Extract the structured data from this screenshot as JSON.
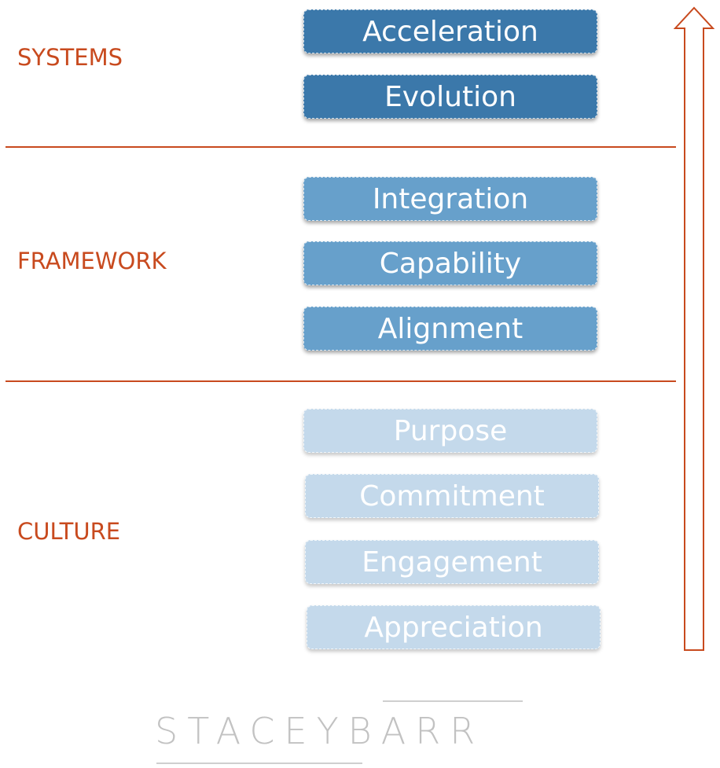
{
  "sections": {
    "systems": {
      "label": "SYSTEMS",
      "items": [
        "Acceleration",
        "Evolution"
      ]
    },
    "framework": {
      "label": "FRAMEWORK",
      "items": [
        "Integration",
        "Capability",
        "Alignment"
      ]
    },
    "culture": {
      "label": "CULTURE",
      "items": [
        "Purpose",
        "Commitment",
        "Engagement",
        "Appreciation"
      ]
    }
  },
  "logo": {
    "text": "STACEYBARR"
  },
  "colors": {
    "accent": "#c84a1e",
    "systems_box": "#3b78aa",
    "framework_box": "#67a0cb",
    "culture_box": "#c4d9eb",
    "logo": "#c2c2c2"
  },
  "icons": {
    "arrow": "up-arrow-icon"
  }
}
